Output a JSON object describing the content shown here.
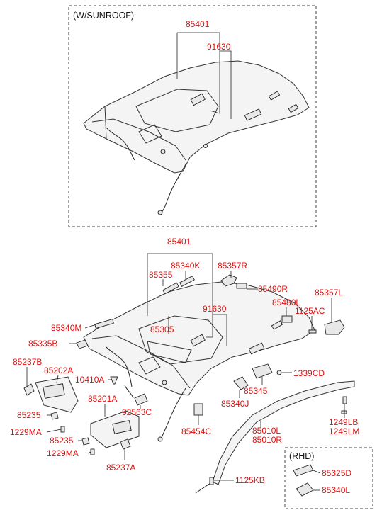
{
  "sunroof_box": {
    "title": "(W/SUNROOF)",
    "labels": [
      "85401",
      "91630"
    ]
  },
  "main_labels": [
    "85401",
    "85355",
    "85340K",
    "85357R",
    "85490R",
    "85480L",
    "85357L",
    "1125AC",
    "91630",
    "85305",
    "85340M",
    "85335B",
    "85237B",
    "85202A",
    "10410A",
    "85201A",
    "92563C",
    "85235",
    "1229MA",
    "85235",
    "1229MA",
    "85237A",
    "85454C",
    "85340J",
    "85345",
    "1339CD",
    "85010L",
    "85010R",
    "1249LB",
    "1249LM",
    "1125KB"
  ],
  "rhd_box": {
    "title": "(RHD)",
    "labels": [
      "85325D",
      "85340L"
    ]
  }
}
